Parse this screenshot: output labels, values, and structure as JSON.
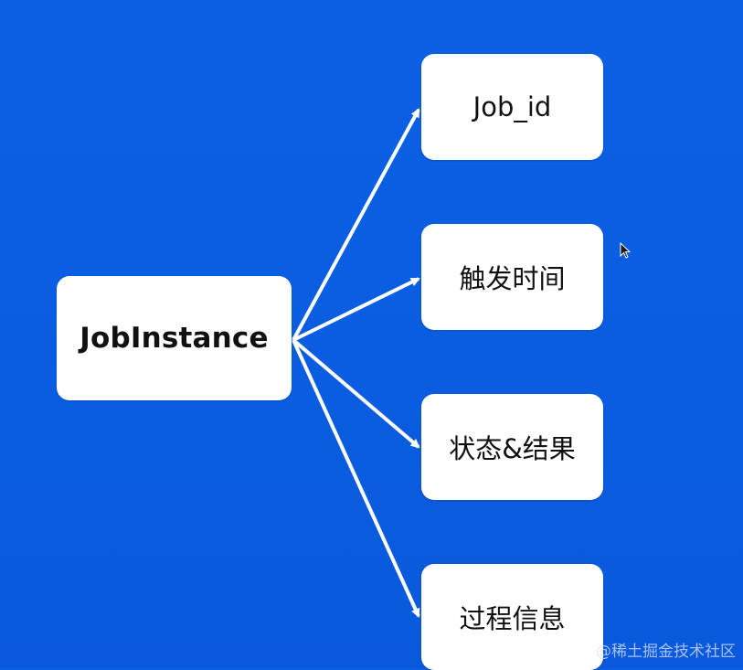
{
  "diagram": {
    "source": {
      "label": "JobInstance"
    },
    "targets": [
      {
        "label": "Job_id"
      },
      {
        "label": "触发时间"
      },
      {
        "label": "状态&结果"
      },
      {
        "label": "过程信息"
      }
    ]
  },
  "watermark": "@稀土掘金技术社区",
  "colors": {
    "background": "#0a5fe0",
    "node_fill": "#ffffff",
    "arrow": "#ffffff",
    "text": "#111111"
  }
}
